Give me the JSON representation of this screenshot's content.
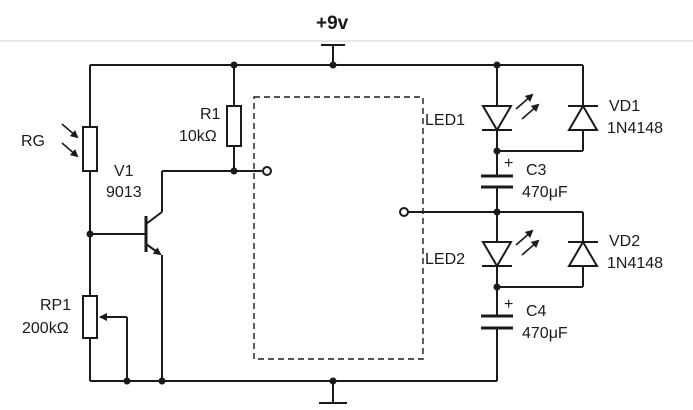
{
  "supply_label": "+9v",
  "components": {
    "rg": {
      "ref": "RG"
    },
    "v1": {
      "ref": "V1",
      "value": "9013"
    },
    "r1": {
      "ref": "R1",
      "value": "10kΩ"
    },
    "rp1": {
      "ref": "RP1",
      "value": "200kΩ"
    },
    "led1": {
      "ref": "LED1"
    },
    "led2": {
      "ref": "LED2"
    },
    "vd1": {
      "ref": "VD1",
      "value": "1N4148"
    },
    "vd2": {
      "ref": "VD2",
      "value": "1N4148"
    },
    "c3": {
      "ref": "C3",
      "value": "470μF",
      "polarity": "+"
    },
    "c4": {
      "ref": "C4",
      "value": "470μF",
      "polarity": "+"
    }
  },
  "colors": {
    "wire": "#1a1a1a",
    "background": "#ffffff",
    "divider": "#cfcfcf"
  }
}
